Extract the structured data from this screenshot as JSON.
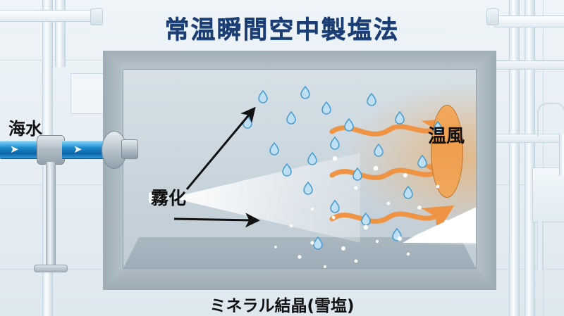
{
  "title": "常温瞬間空中製塩法",
  "caption": "ミネラル結晶(雪塩)",
  "labels": {
    "seawater": "海水",
    "atomization": "霧化",
    "warm_air": "温風"
  },
  "colors": {
    "title": "#1b3d72",
    "seawater_pipe": "#0d63a8",
    "warm_air_arrow": "#ef9445",
    "heater": "#f0a455",
    "chamber_frame": "#a9b7c0",
    "droplet": "#5ba7d4",
    "salt": "#ffffff",
    "background": "#e6eef4"
  },
  "diagram": {
    "type": "process-illustration",
    "steps": [
      {
        "id": "seawater-inlet",
        "label": "海水",
        "description": "seawater fed through blue pipe with flow arrows"
      },
      {
        "id": "atomization",
        "label": "霧化",
        "description": "nozzle atomizes seawater into fine mist"
      },
      {
        "id": "warm-air",
        "label": "温風",
        "description": "warm air blown from the right heater panel"
      },
      {
        "id": "crystals",
        "label": "ミネラル結晶(雪塩)",
        "description": "mineral salt crystals collect at chamber floor"
      }
    ],
    "flow_arrow_count": 2,
    "warm_air_arrow_count": 3,
    "pipe_flow_arrows": 2
  }
}
